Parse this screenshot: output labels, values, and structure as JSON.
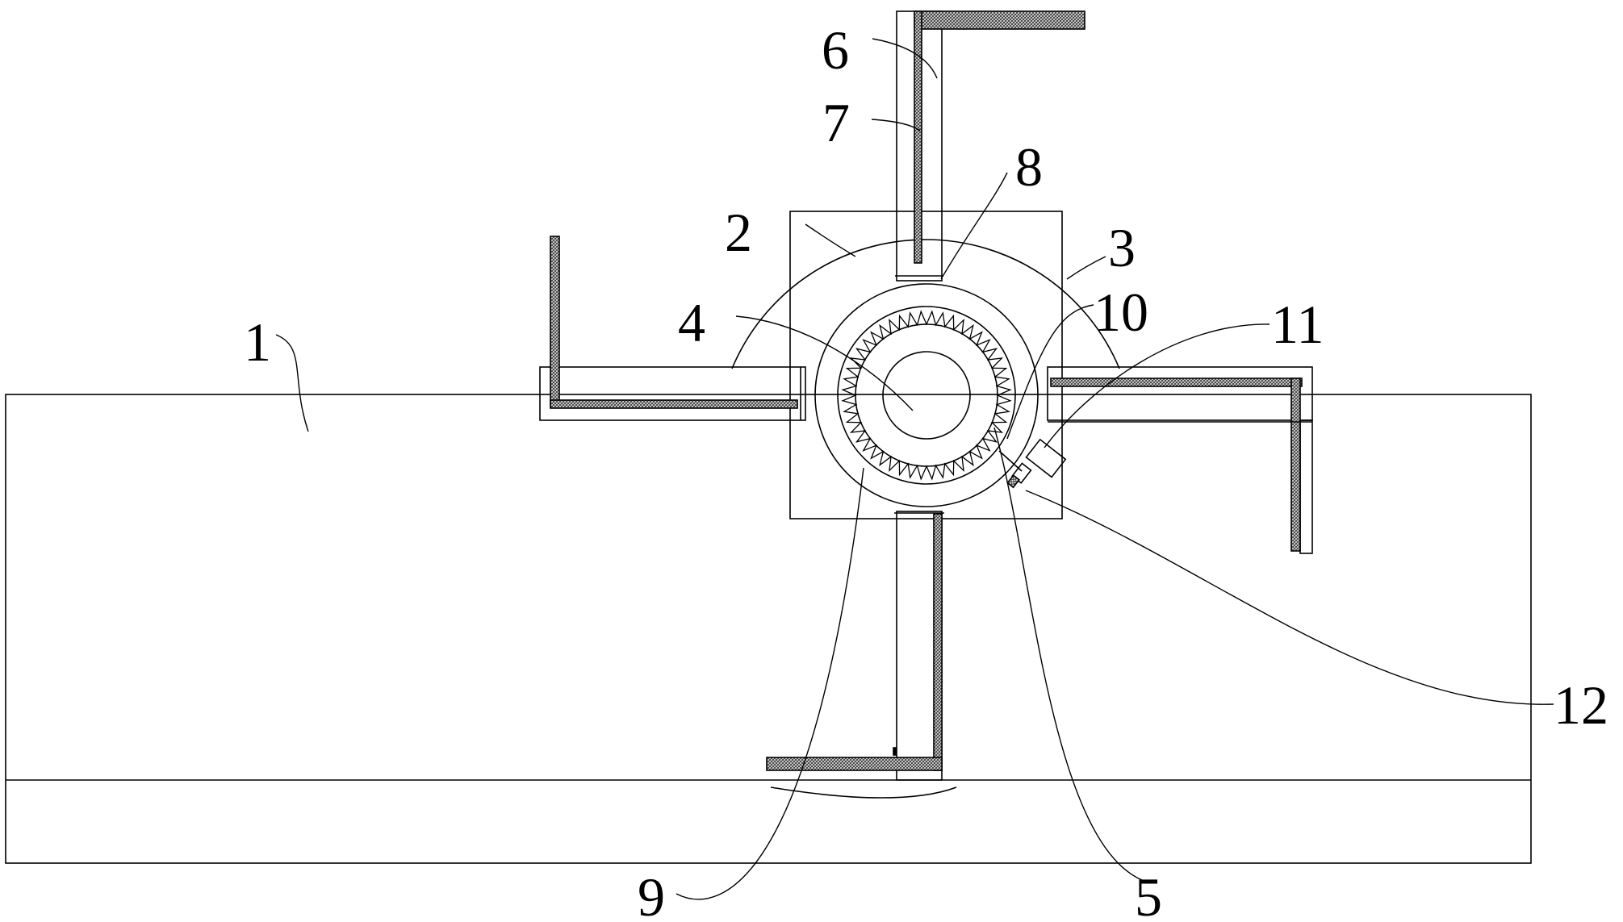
{
  "labels": {
    "l1": "1",
    "l2": "2",
    "l3": "3",
    "l4": "4",
    "l5": "5",
    "l6": "6",
    "l7": "7",
    "l8": "8",
    "l9": "9",
    "l10": "10",
    "l11": "11",
    "l12": "12"
  },
  "colors": {
    "stroke": "#000000",
    "hatch": "#555555",
    "background": "#ffffff"
  }
}
